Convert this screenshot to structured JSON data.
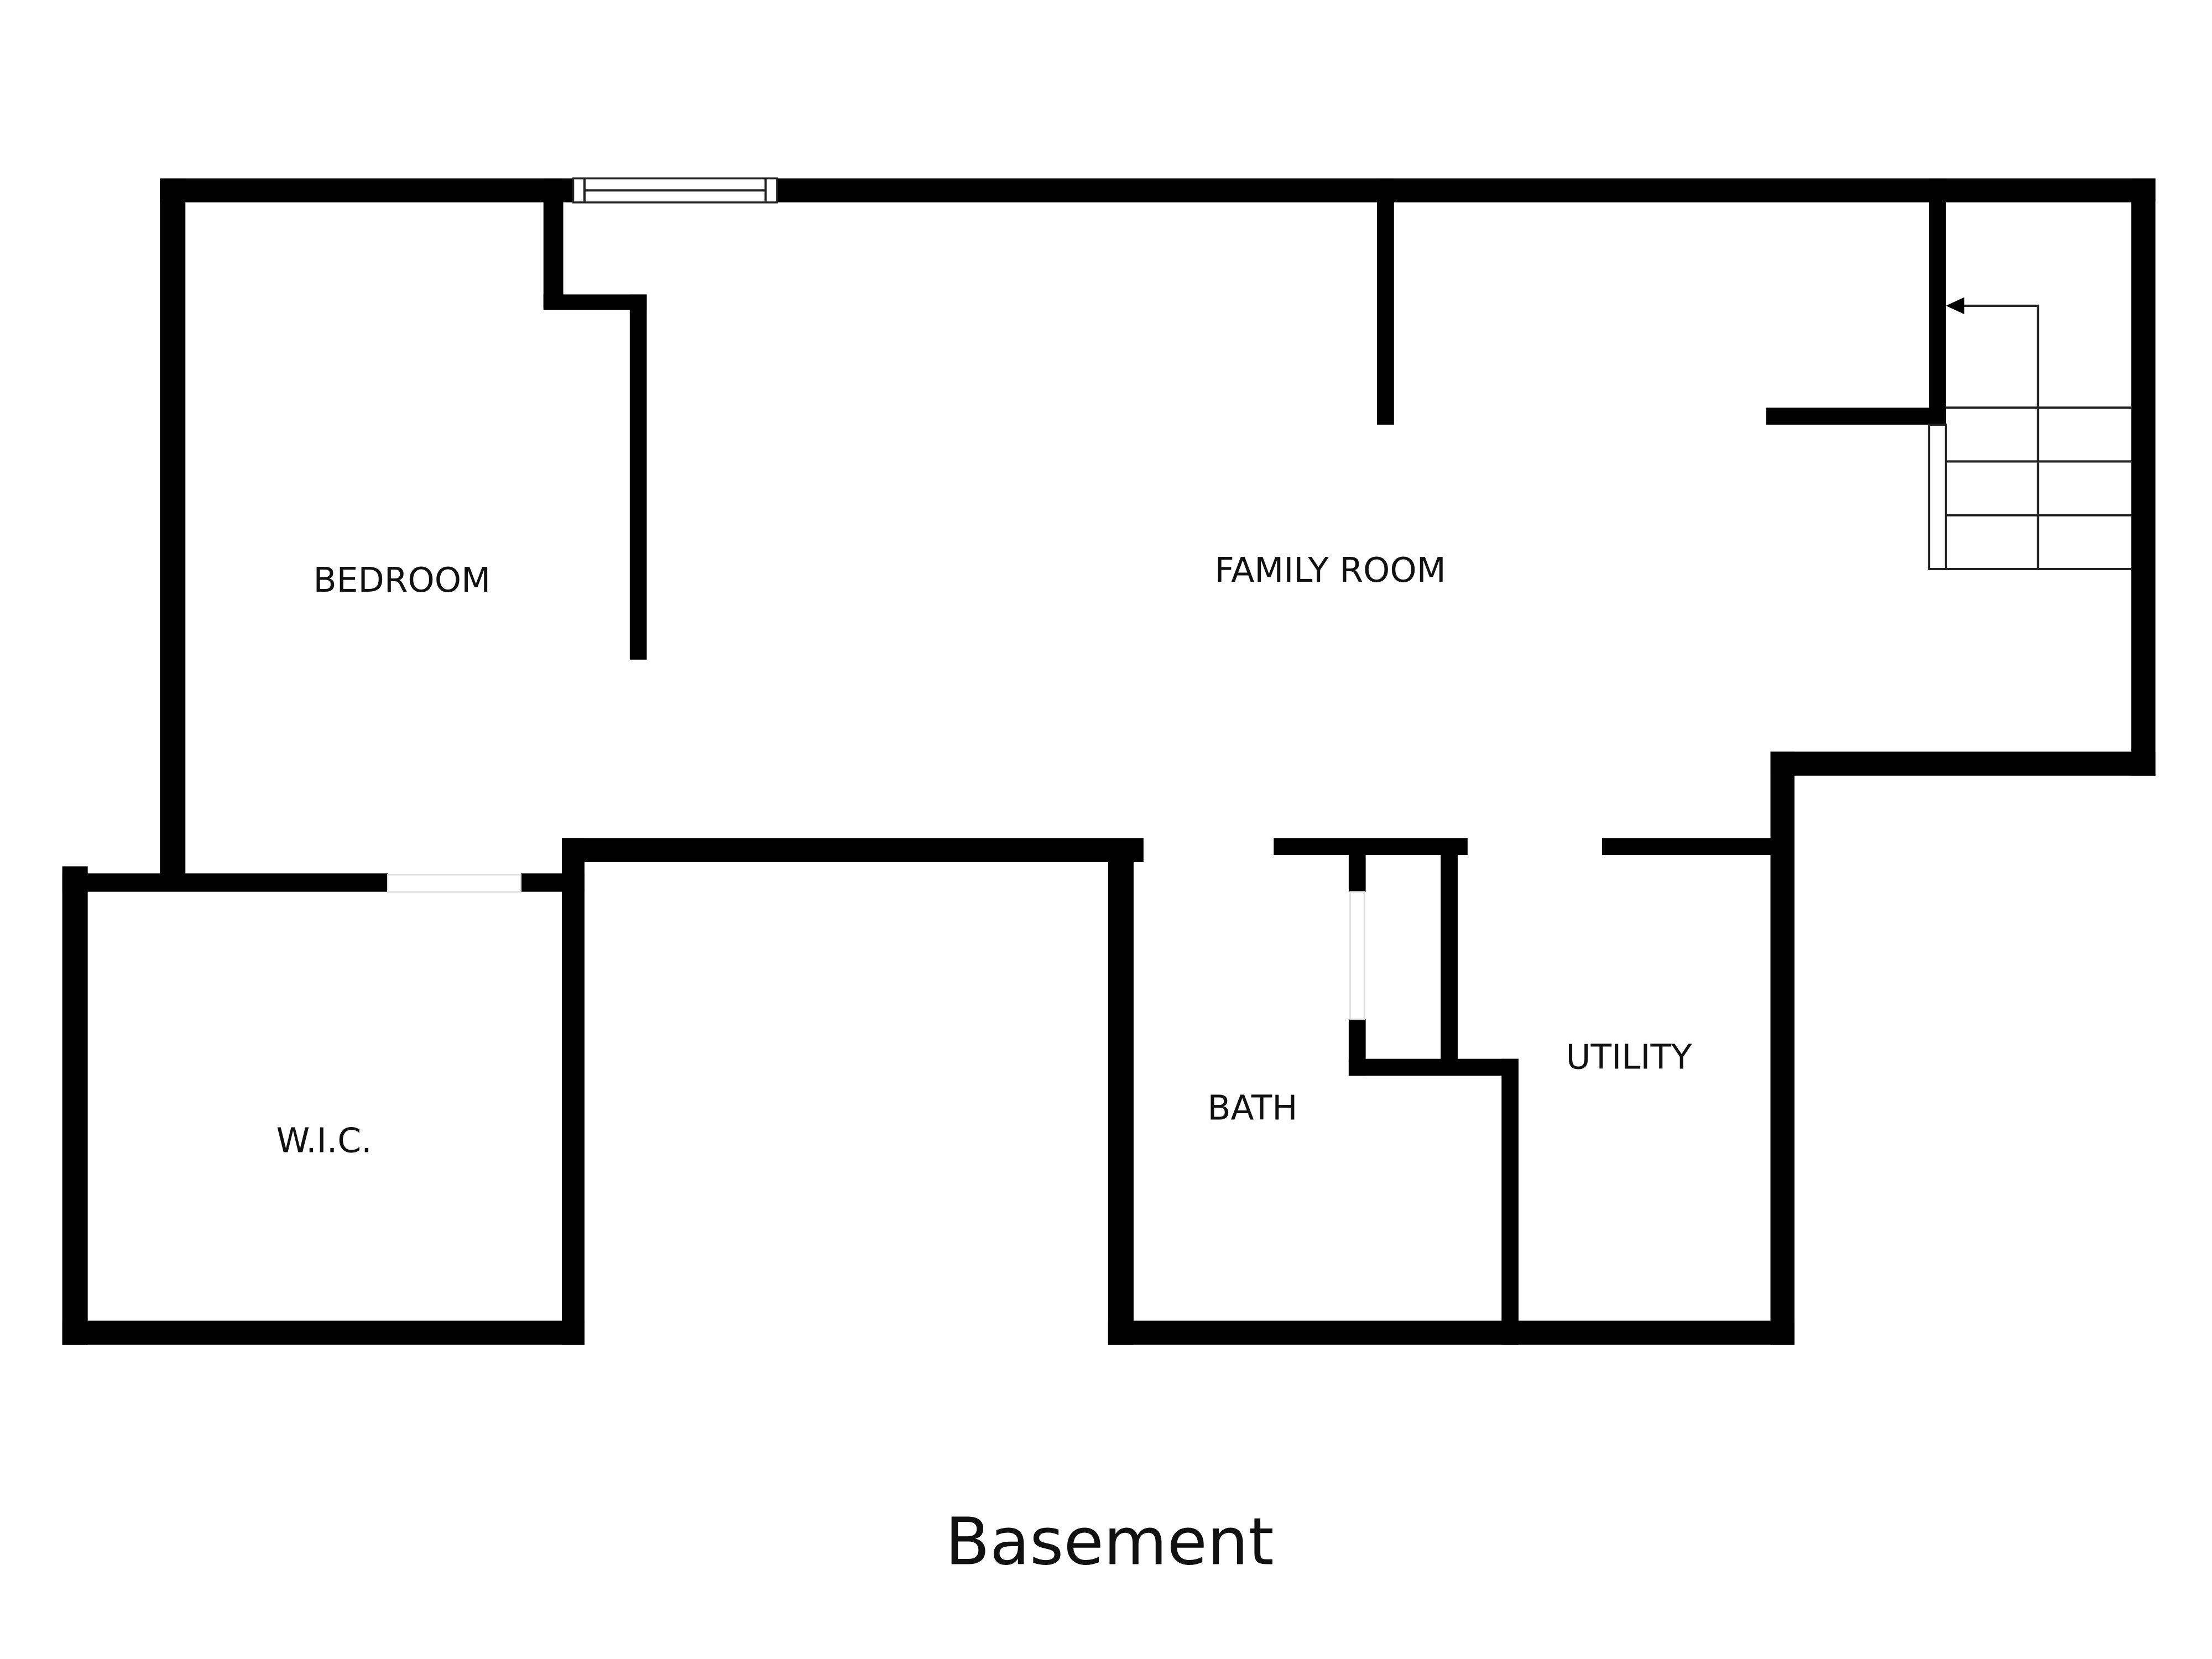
{
  "plan": {
    "title": "Basement",
    "rooms": {
      "bedroom": "BEDROOM",
      "family_room": "FAMILY ROOM",
      "wic": "W.I.C.",
      "bath": "BATH",
      "utility": "UTILITY"
    },
    "colors": {
      "wall": "#000000",
      "background": "#ffffff"
    }
  }
}
